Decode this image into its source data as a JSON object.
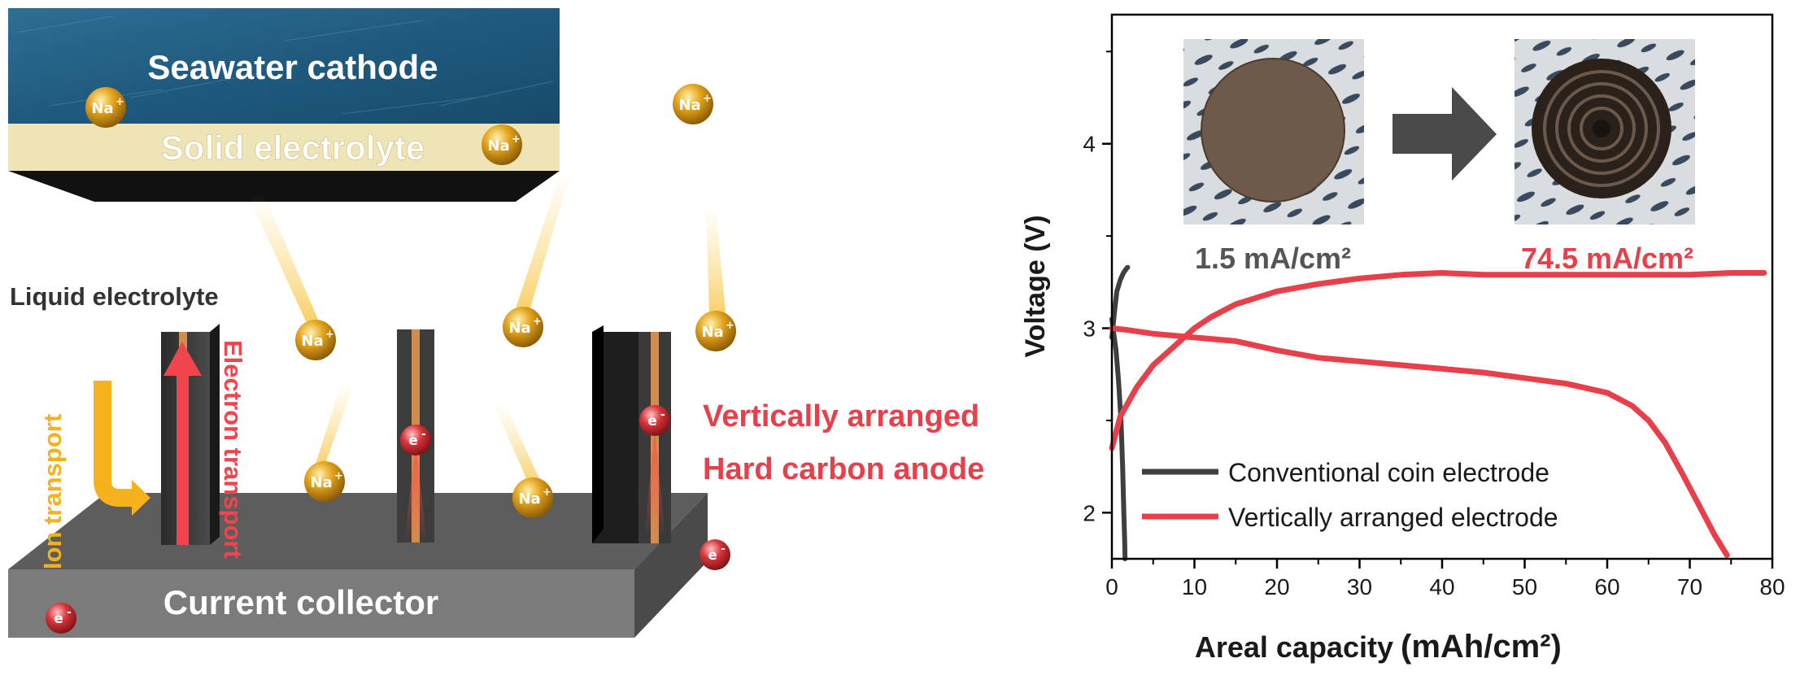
{
  "schematic": {
    "seawater_cathode": "Seawater cathode",
    "solid_electrolyte": "Solid electrolyte",
    "liquid_electrolyte": "Liquid electrolyte",
    "current_collector": "Current collector",
    "ion_transport": "Ion transport",
    "electron_transport": "Electron transport",
    "anode_line1": "Vertically arranged",
    "anode_line2": "Hard carbon anode",
    "na_base": "Na",
    "e_base": "e",
    "na_charge": "+",
    "e_charge": "-",
    "colors": {
      "seawater": "#1f5a7e",
      "solid_electrolyte": "#efe4b6",
      "collector_top": "#5d5d5d",
      "collector_front": "#7b7b7b",
      "ion_arrow": "#f5b21c",
      "electron_arrow": "#f0454d",
      "anode_text": "#e8404a"
    }
  },
  "inset": {
    "left_label": "1.5 mA/cm²",
    "right_label": "74.5 mA/cm²",
    "left_label_color": "#555555",
    "right_label_color": "#e8404a"
  },
  "chart_data": {
    "type": "line",
    "xlabel": "Areal capacity",
    "xlabel_unit": "(mAh/cm²)",
    "ylabel": "Voltage (V)",
    "xlim": [
      0,
      80
    ],
    "ylim": [
      1.75,
      4.7
    ],
    "xticks": [
      0,
      10,
      20,
      30,
      40,
      50,
      60,
      70,
      80
    ],
    "yticks": [
      2,
      3,
      4
    ],
    "grid": false,
    "legend_position": "bottom-left",
    "series": [
      {
        "name": "Conventional coin electrode",
        "color": "#3f3f3f",
        "curves": [
          {
            "x": [
              0,
              0.3,
              0.6,
              1.0,
              1.4,
              1.7,
              1.9
            ],
            "y": [
              2.95,
              3.08,
              3.2,
              3.26,
              3.3,
              3.32,
              3.33
            ]
          },
          {
            "x": [
              0,
              0.2,
              0.5,
              0.8,
              1.1,
              1.3,
              1.45,
              1.55,
              1.6
            ],
            "y": [
              3.05,
              2.98,
              2.88,
              2.72,
              2.5,
              2.25,
              2.0,
              1.85,
              1.75
            ]
          }
        ]
      },
      {
        "name": "Vertically arranged electrode",
        "color": "#e8404a",
        "curves": [
          {
            "x": [
              0,
              1,
              3,
              5,
              8,
              10,
              12,
              15,
              20,
              25,
              30,
              35,
              40,
              45,
              50,
              55,
              60,
              65,
              70,
              75,
              79
            ],
            "y": [
              2.35,
              2.52,
              2.68,
              2.8,
              2.92,
              3.0,
              3.06,
              3.13,
              3.2,
              3.24,
              3.27,
              3.29,
              3.3,
              3.29,
              3.29,
              3.29,
              3.29,
              3.29,
              3.29,
              3.3,
              3.3
            ]
          },
          {
            "x": [
              0,
              2,
              5,
              10,
              15,
              20,
              25,
              30,
              35,
              40,
              45,
              50,
              55,
              60,
              63,
              65,
              67,
              69,
              71,
              73,
              74.5
            ],
            "y": [
              3.0,
              2.99,
              2.97,
              2.95,
              2.93,
              2.88,
              2.84,
              2.82,
              2.8,
              2.78,
              2.76,
              2.73,
              2.7,
              2.65,
              2.58,
              2.5,
              2.38,
              2.22,
              2.05,
              1.88,
              1.77
            ]
          }
        ]
      }
    ]
  }
}
